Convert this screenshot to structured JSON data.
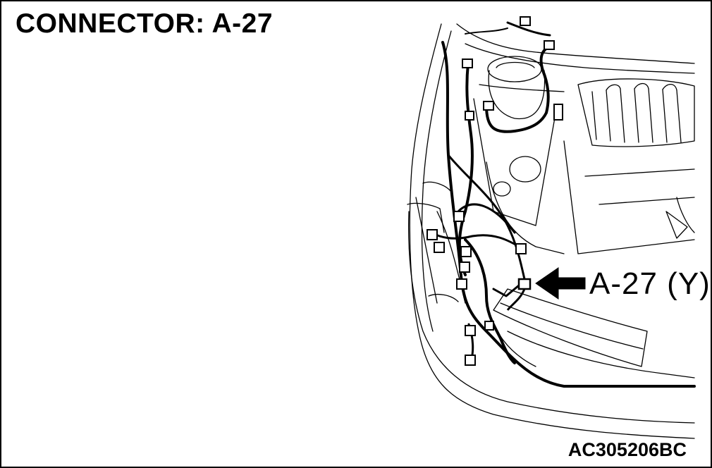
{
  "title": "CONNECTOR: A-27",
  "callout": {
    "label": "A-27 (Y)"
  },
  "figure_code": "AC305206BC",
  "colors": {
    "line": "#000000",
    "background": "#ffffff"
  }
}
